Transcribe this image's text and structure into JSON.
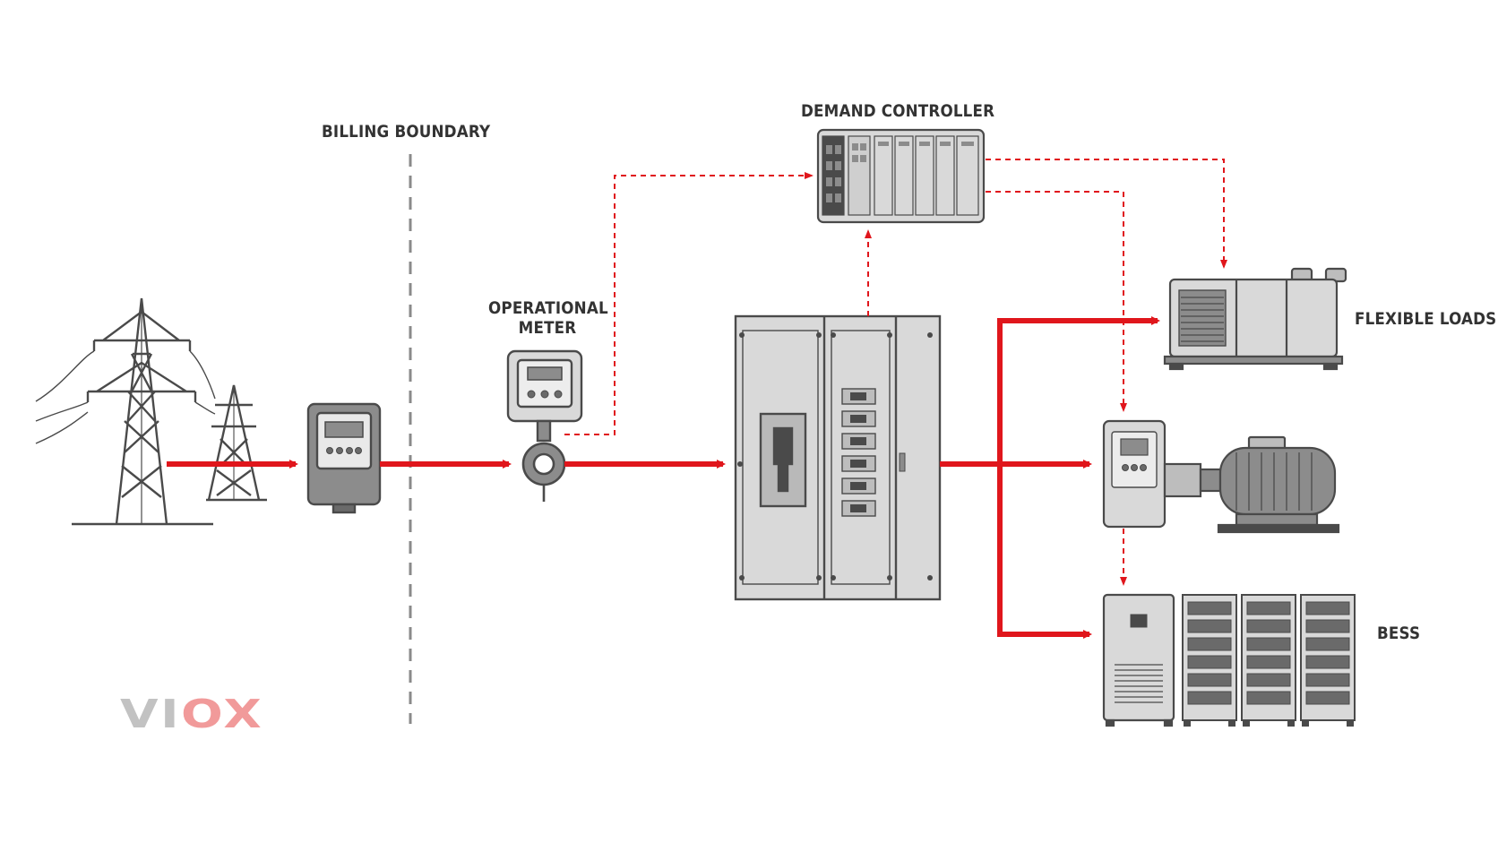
{
  "labels": {
    "billing_boundary": "BILLING BOUNDARY",
    "demand_controller": "DEMAND CONTROLLER",
    "operational_meter_line1": "OPERATIONAL",
    "operational_meter_line2": "METER",
    "flexible_loads": "FLEXIBLE LOADS",
    "bess": "BESS"
  },
  "logo": {
    "part1": "VI",
    "part2": "OX"
  },
  "colors": {
    "power_flow": "#e0161c",
    "signal": "#e0161c",
    "equipment_fill": "#d9d9d9",
    "equipment_stroke": "#4a4a4a",
    "boundary": "#8a8a8a",
    "text": "#333333"
  },
  "icons": [
    "transmission-tower-icon",
    "utility-meter-icon",
    "current-transformer-icon",
    "switchboard-icon",
    "plc-icon",
    "hvac-unit-icon",
    "vfd-icon",
    "motor-icon",
    "inverter-icon",
    "battery-rack-icon"
  ]
}
